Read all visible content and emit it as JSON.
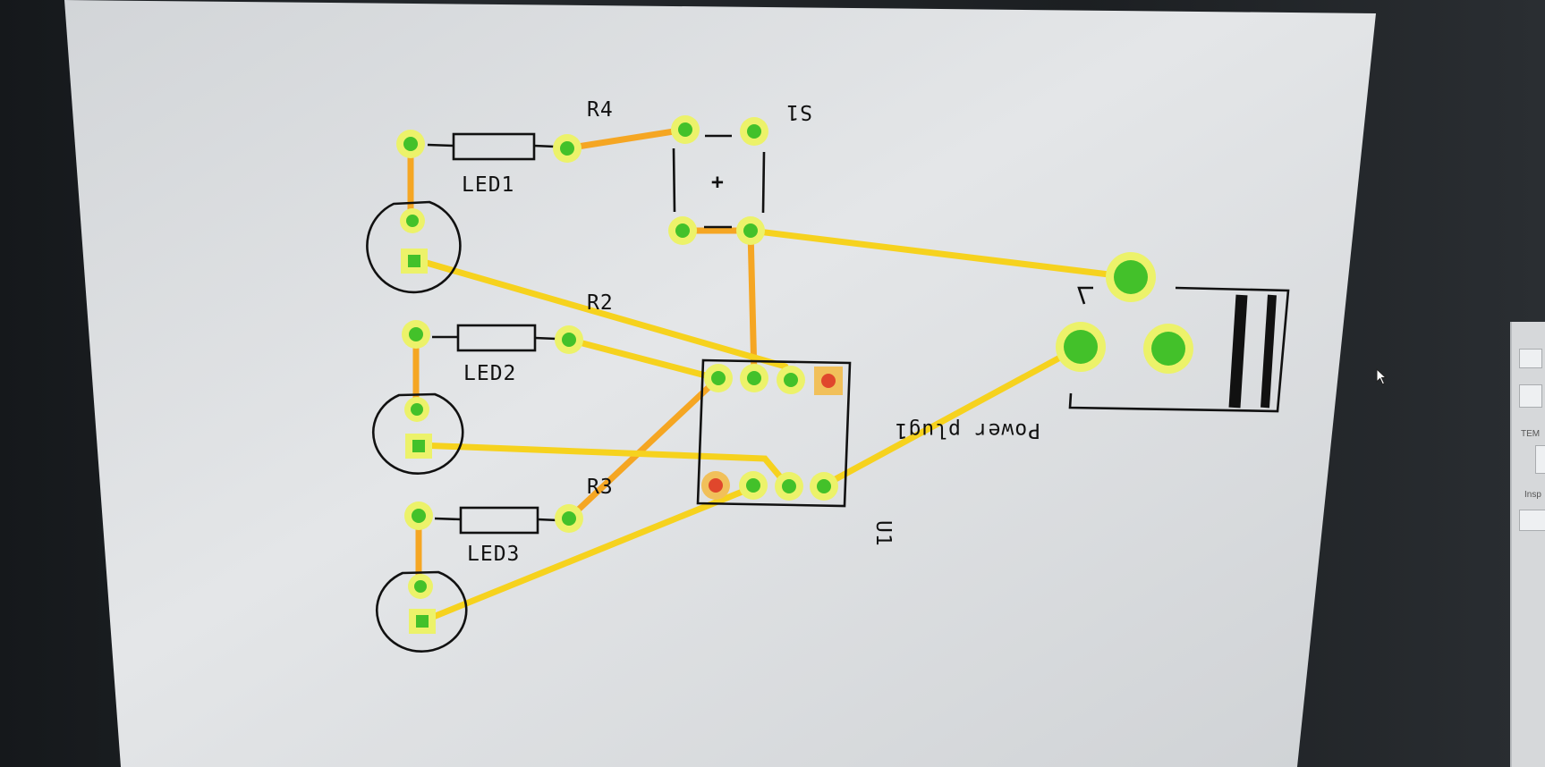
{
  "pcb": {
    "labels": {
      "r4": "R4",
      "s1": "S1",
      "s1_plus": "+",
      "led1": "LED1",
      "r2": "R2",
      "led2": "LED2",
      "r3": "R3",
      "led3": "LED3",
      "power_plug": "Power plug1",
      "u1": "U1"
    }
  },
  "side_panel": {
    "temp_label": "TEM",
    "inspector_label": "Insp"
  },
  "icons": {
    "cursor": "mouse-pointer-icon"
  },
  "colors": {
    "board_background": "#dfe1e3",
    "trace_top": "#f5a623",
    "trace_bottom": "#f6d21e",
    "pad_ring": "#ecf26a",
    "pad_copper": "#43c12a",
    "pad_unconnected": "#e0472c",
    "silkscreen": "#111111"
  }
}
